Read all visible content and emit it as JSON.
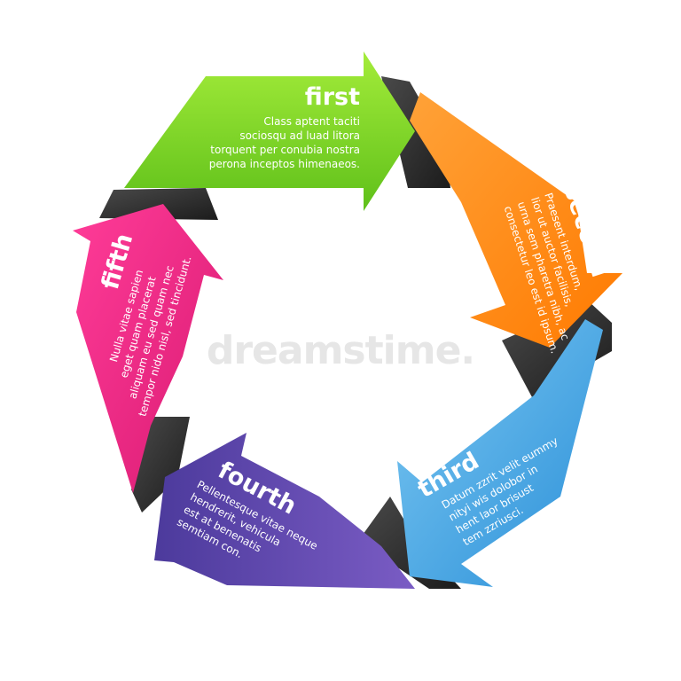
{
  "watermark": "dreamstime.",
  "steps": [
    {
      "title": "first",
      "color": "#7ed321",
      "description": [
        "Class aptent taciti",
        "sociosqu ad luad litora",
        "torquent per conubia nostra",
        "perona inceptos himenaeos."
      ]
    },
    {
      "title": "second",
      "color": "#ff8a00",
      "description": [
        "Praesent interdum,",
        "lior ut auctor facilisis,",
        "urna sem pharetra nibh, ac",
        "consectetur leo est id ipsum."
      ]
    },
    {
      "title": "third",
      "color": "#3aa0e0",
      "description": [
        "Datum zzrit velit eummy",
        "nityi wis dolobor in",
        "hent laor brisust",
        "tem zzriusci."
      ]
    },
    {
      "title": "fourth",
      "color": "#5b45a6",
      "description": [
        "Pellentesque vitae neque",
        "hendrerit, vehicula",
        "est at benenatis",
        "semtiam con."
      ]
    },
    {
      "title": "fifth",
      "color": "#e8207e",
      "description": [
        "Nulla vitae sapien",
        "eget quam placerat",
        "aliquam eu sed quam nec",
        "tempor nido nisl, sed tincidunt."
      ]
    }
  ]
}
